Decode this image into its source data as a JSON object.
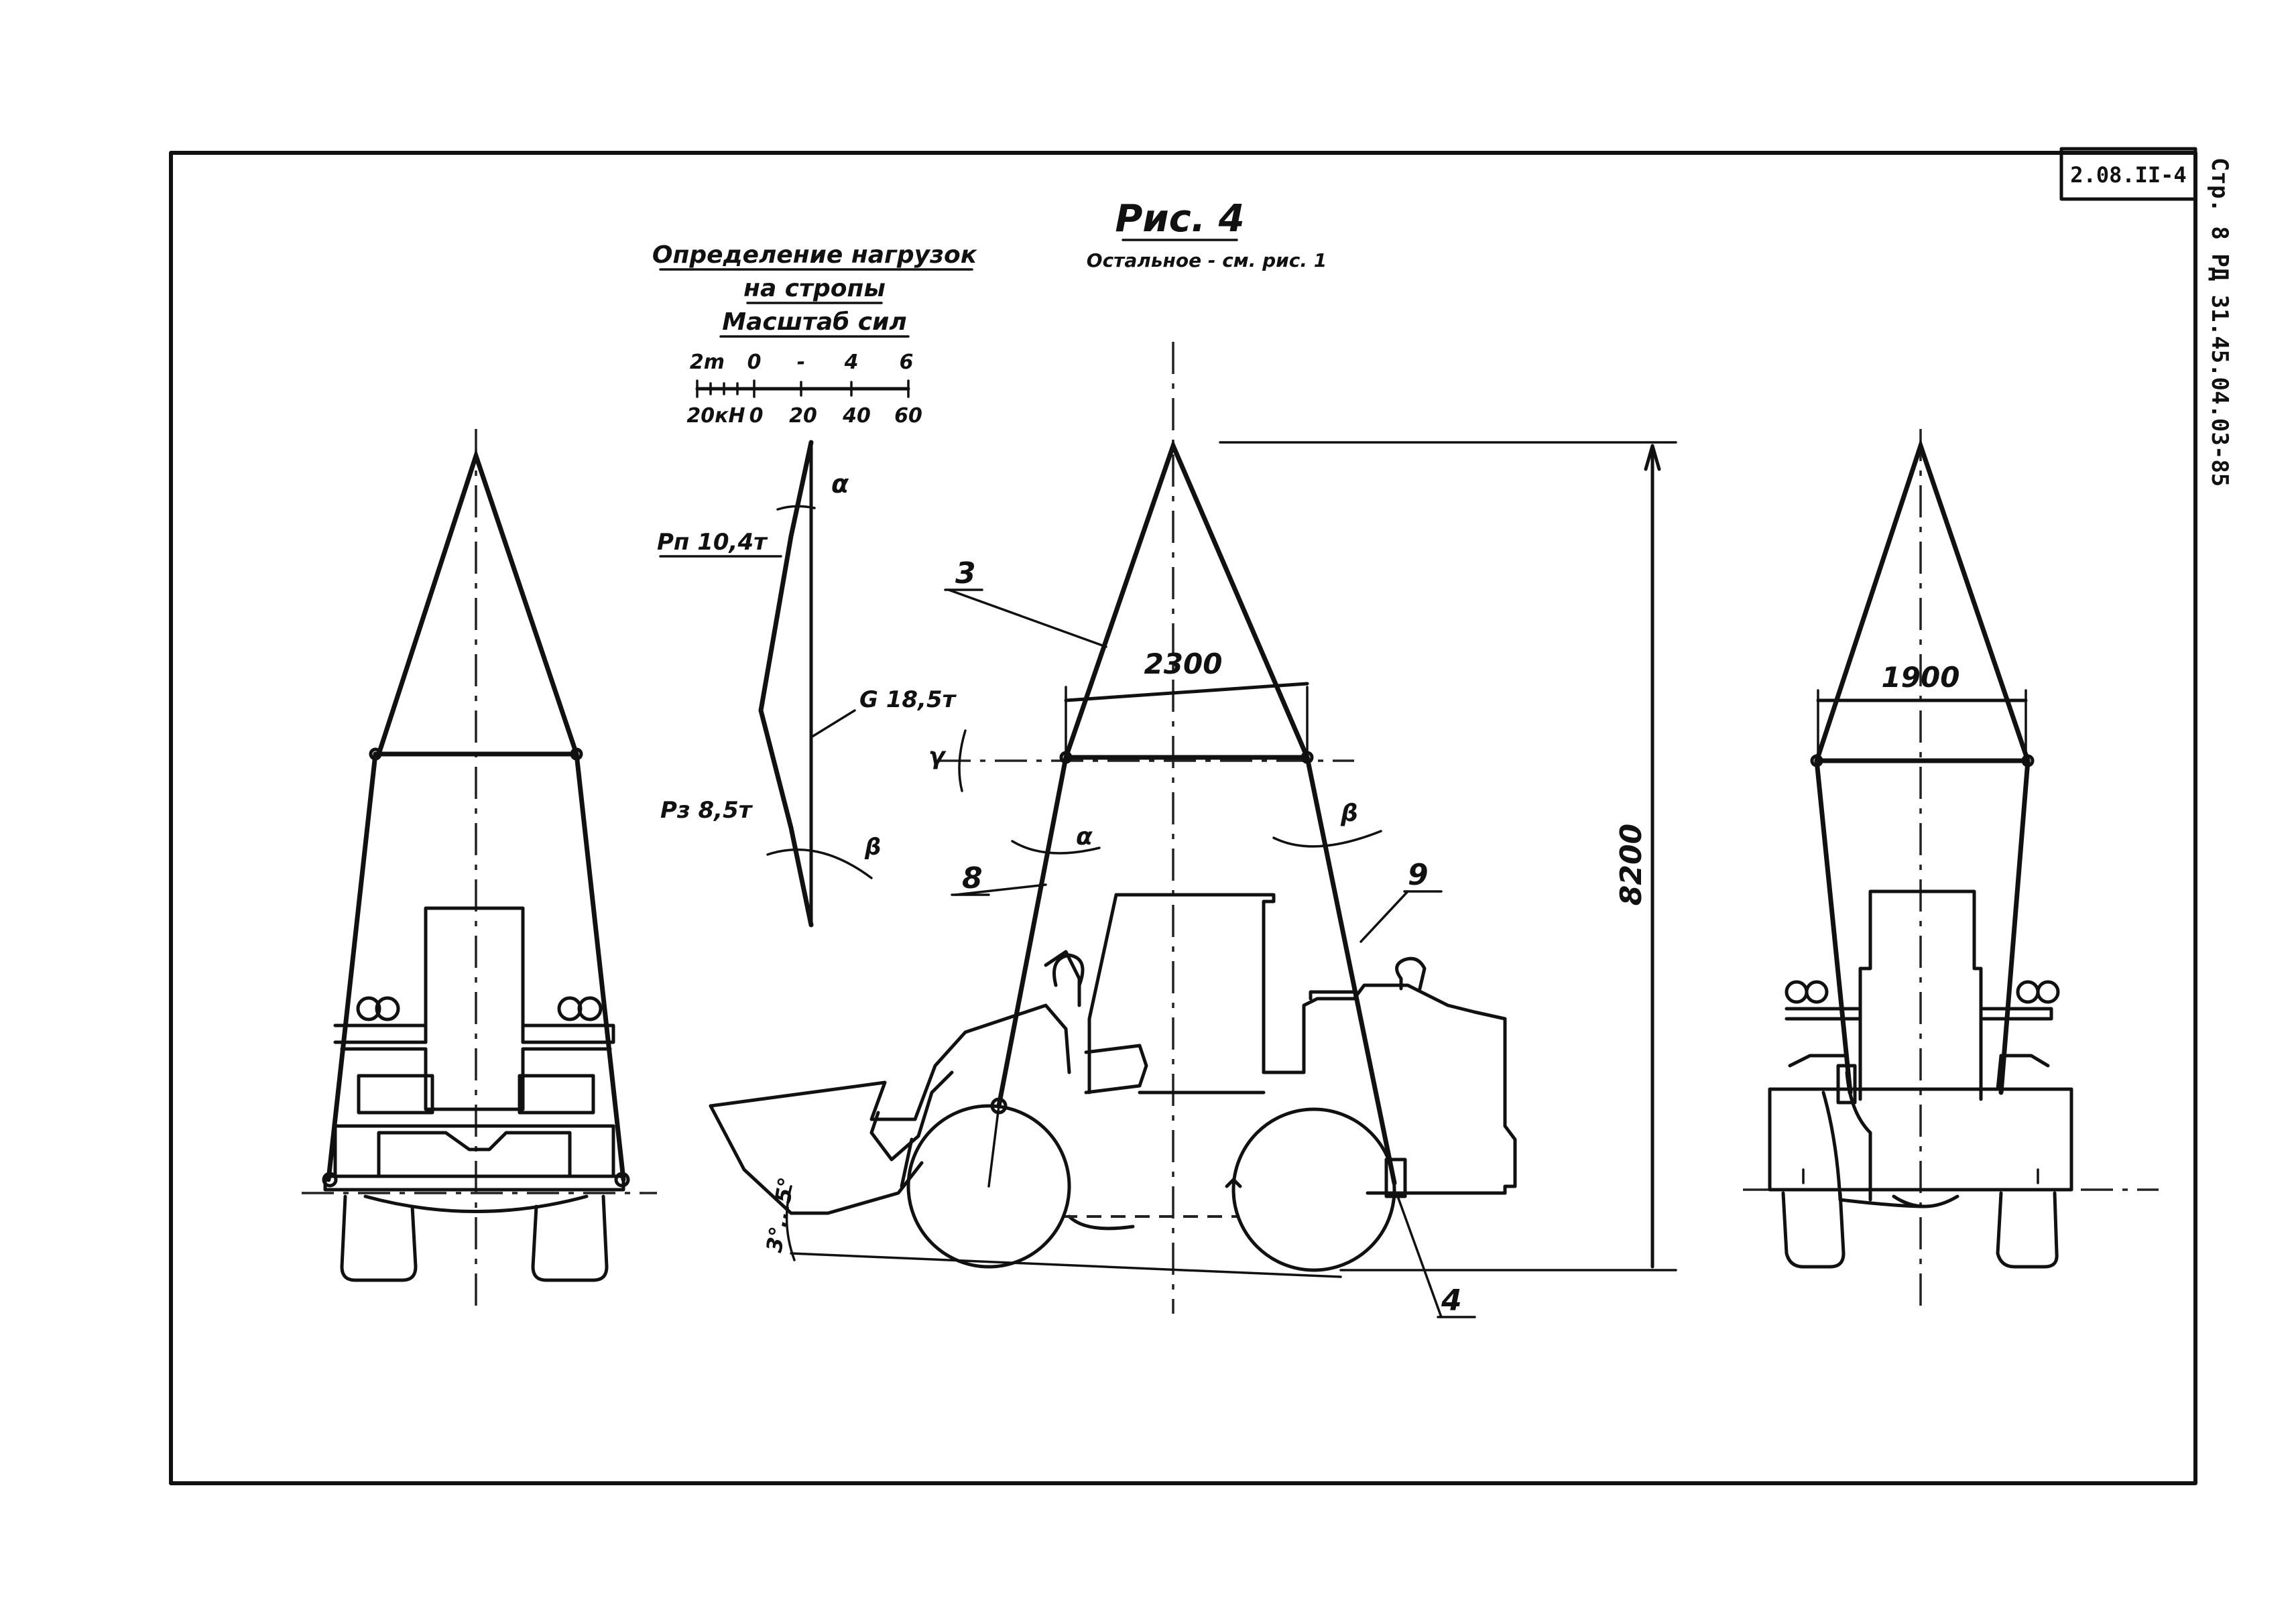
{
  "drawing": {
    "sheet_code": "2.08.II-4",
    "side_stamp": "Стр. 8 РД 31.45.04.03-85",
    "figure_title": "Рис. 4",
    "figure_note": "Остальное - см. рис. 1",
    "heading_line1": "Определение нагрузок",
    "heading_line2": "на стропы",
    "heading_line3": "Масштаб сил"
  },
  "scale_bar": {
    "top_labels": [
      "2m",
      "0",
      "-",
      "4",
      "6"
    ],
    "bottom_labels": [
      "20кН",
      "0",
      "20",
      "40",
      "60"
    ]
  },
  "force_diagram": {
    "pn_label": "Pп 10,4т",
    "g_label": "G 18,5т",
    "pz_label": "Pз 8,5т",
    "alpha": "α",
    "beta": "β"
  },
  "dimensions": {
    "width_side": "2300",
    "width_rear": "1900",
    "height": "8200",
    "tilt_angle": "3°...5°",
    "gamma": "γ",
    "alpha": "α",
    "beta": "β"
  },
  "callouts": {
    "c3": "3",
    "c4": "4",
    "c8": "8",
    "c9": "9"
  }
}
